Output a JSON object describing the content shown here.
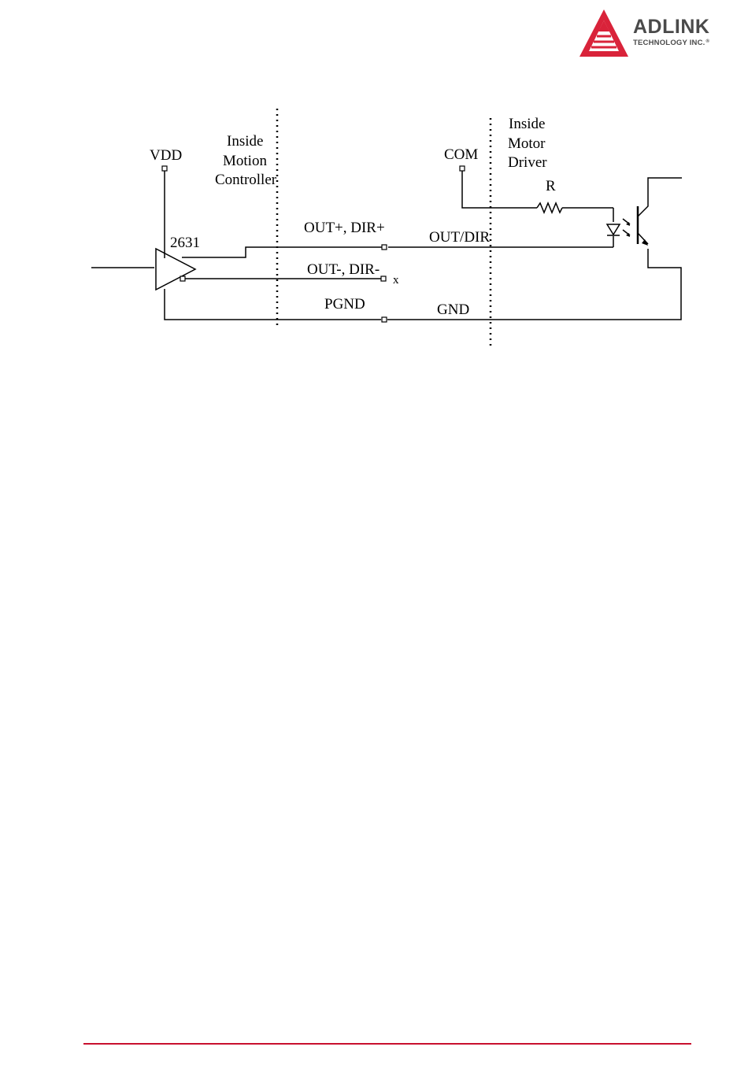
{
  "brand": {
    "name": "ADLINK",
    "tagline": "TECHNOLOGY INC.",
    "registered_mark": "®",
    "accent_color": "#c8102e"
  },
  "diagram": {
    "labels": {
      "vdd": "VDD",
      "chip": "2631",
      "controller_zone": [
        "Inside",
        "Motion",
        "Controller"
      ],
      "driver_zone": [
        "Inside",
        "Motor",
        "Driver"
      ],
      "com": "COM",
      "resistor": "R",
      "out_plus": "OUT+, DIR+",
      "out_minus": "OUT-, DIR-",
      "no_connect": "x",
      "out_dir": "OUT/DIR",
      "pgnd": "PGND",
      "gnd": "GND"
    }
  }
}
